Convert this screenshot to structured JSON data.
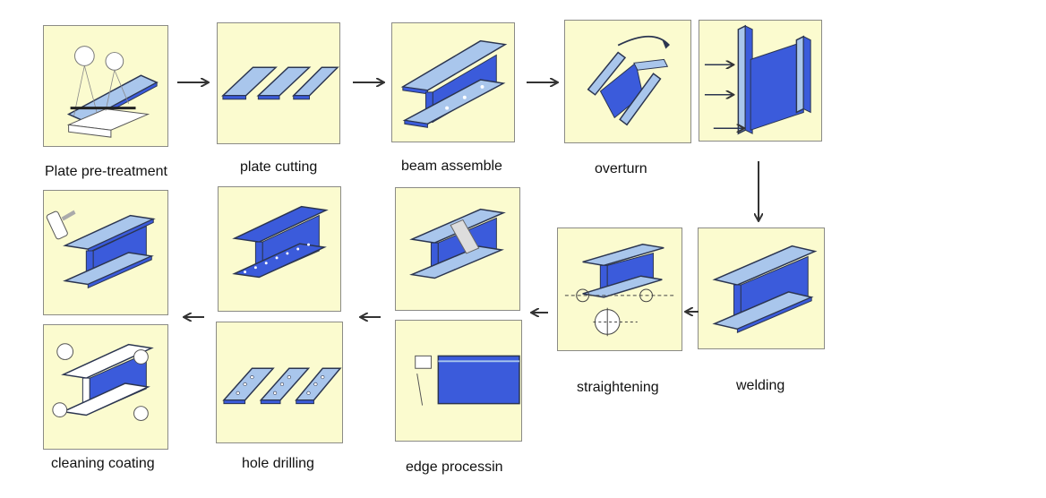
{
  "colors": {
    "panel_bg": "#fbfbcf",
    "steel_blue": "#3b5bdb",
    "light_steel": "#a9c6ec",
    "outline": "#2b3550",
    "arrow": "#333333"
  },
  "steps": [
    {
      "label": "Plate pre-treatment",
      "icon": "plate-pretreatment-icon"
    },
    {
      "label": "plate cutting",
      "icon": "plate-cutting-icon"
    },
    {
      "label": "beam assemble",
      "icon": "beam-assemble-icon"
    },
    {
      "label": "overturn",
      "icon": "overturn-icon"
    },
    {
      "label": "welding",
      "icon": "welding-icon"
    },
    {
      "label": "straightening",
      "icon": "straightening-icon"
    },
    {
      "label": "edge processin",
      "icon": "edge-processing-icon"
    },
    {
      "label": "hole drilling",
      "icon": "hole-drilling-icon"
    },
    {
      "label": "cleaning coating",
      "icon": "cleaning-coating-icon"
    }
  ]
}
